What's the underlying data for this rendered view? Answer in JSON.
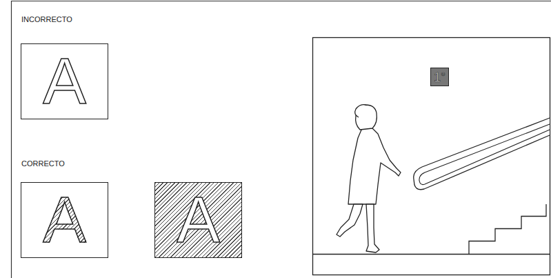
{
  "diagram": {
    "nodes": [
      {
        "text": [
          "A"
        ]
      },
      {
        "text": [
          "A"
        ]
      },
      {
        "text": [
          "A"
        ]
      },
      {
        "text": [
          "1°"
        ]
      }
    ],
    "labels": [
      "INCORRECTO",
      "CORRECTO"
    ]
  }
}
